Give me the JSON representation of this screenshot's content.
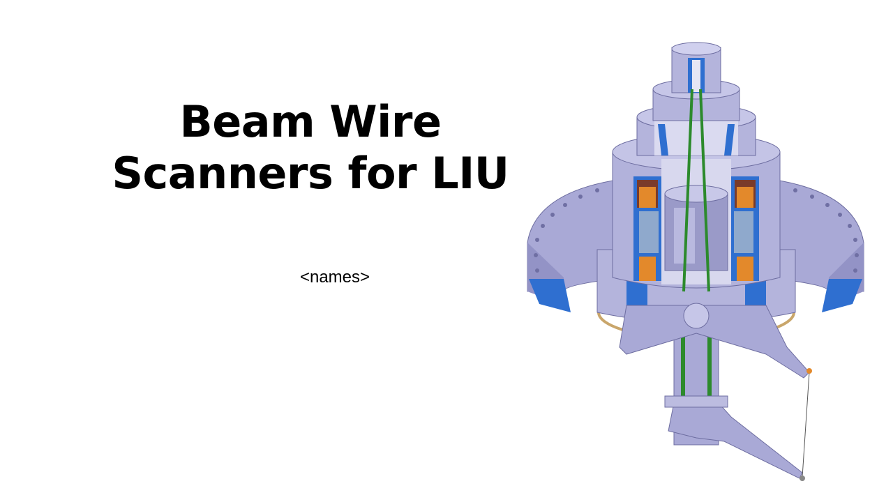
{
  "slide": {
    "title_line1": "Beam Wire",
    "title_line2": "Scanners for LIU",
    "subtitle": "<names>"
  },
  "figure": {
    "icon": "wire-scanner-cutaway-render",
    "colors": {
      "steel": "#a9a9d6",
      "steel_dark": "#7b7bb0",
      "cut_blue": "#2f6fd0",
      "coil_orange": "#e3892b",
      "coil_dark": "#7a3b2a",
      "magnet_blue": "#8fa9cc",
      "shaft_green": "#2c8a2c"
    }
  }
}
